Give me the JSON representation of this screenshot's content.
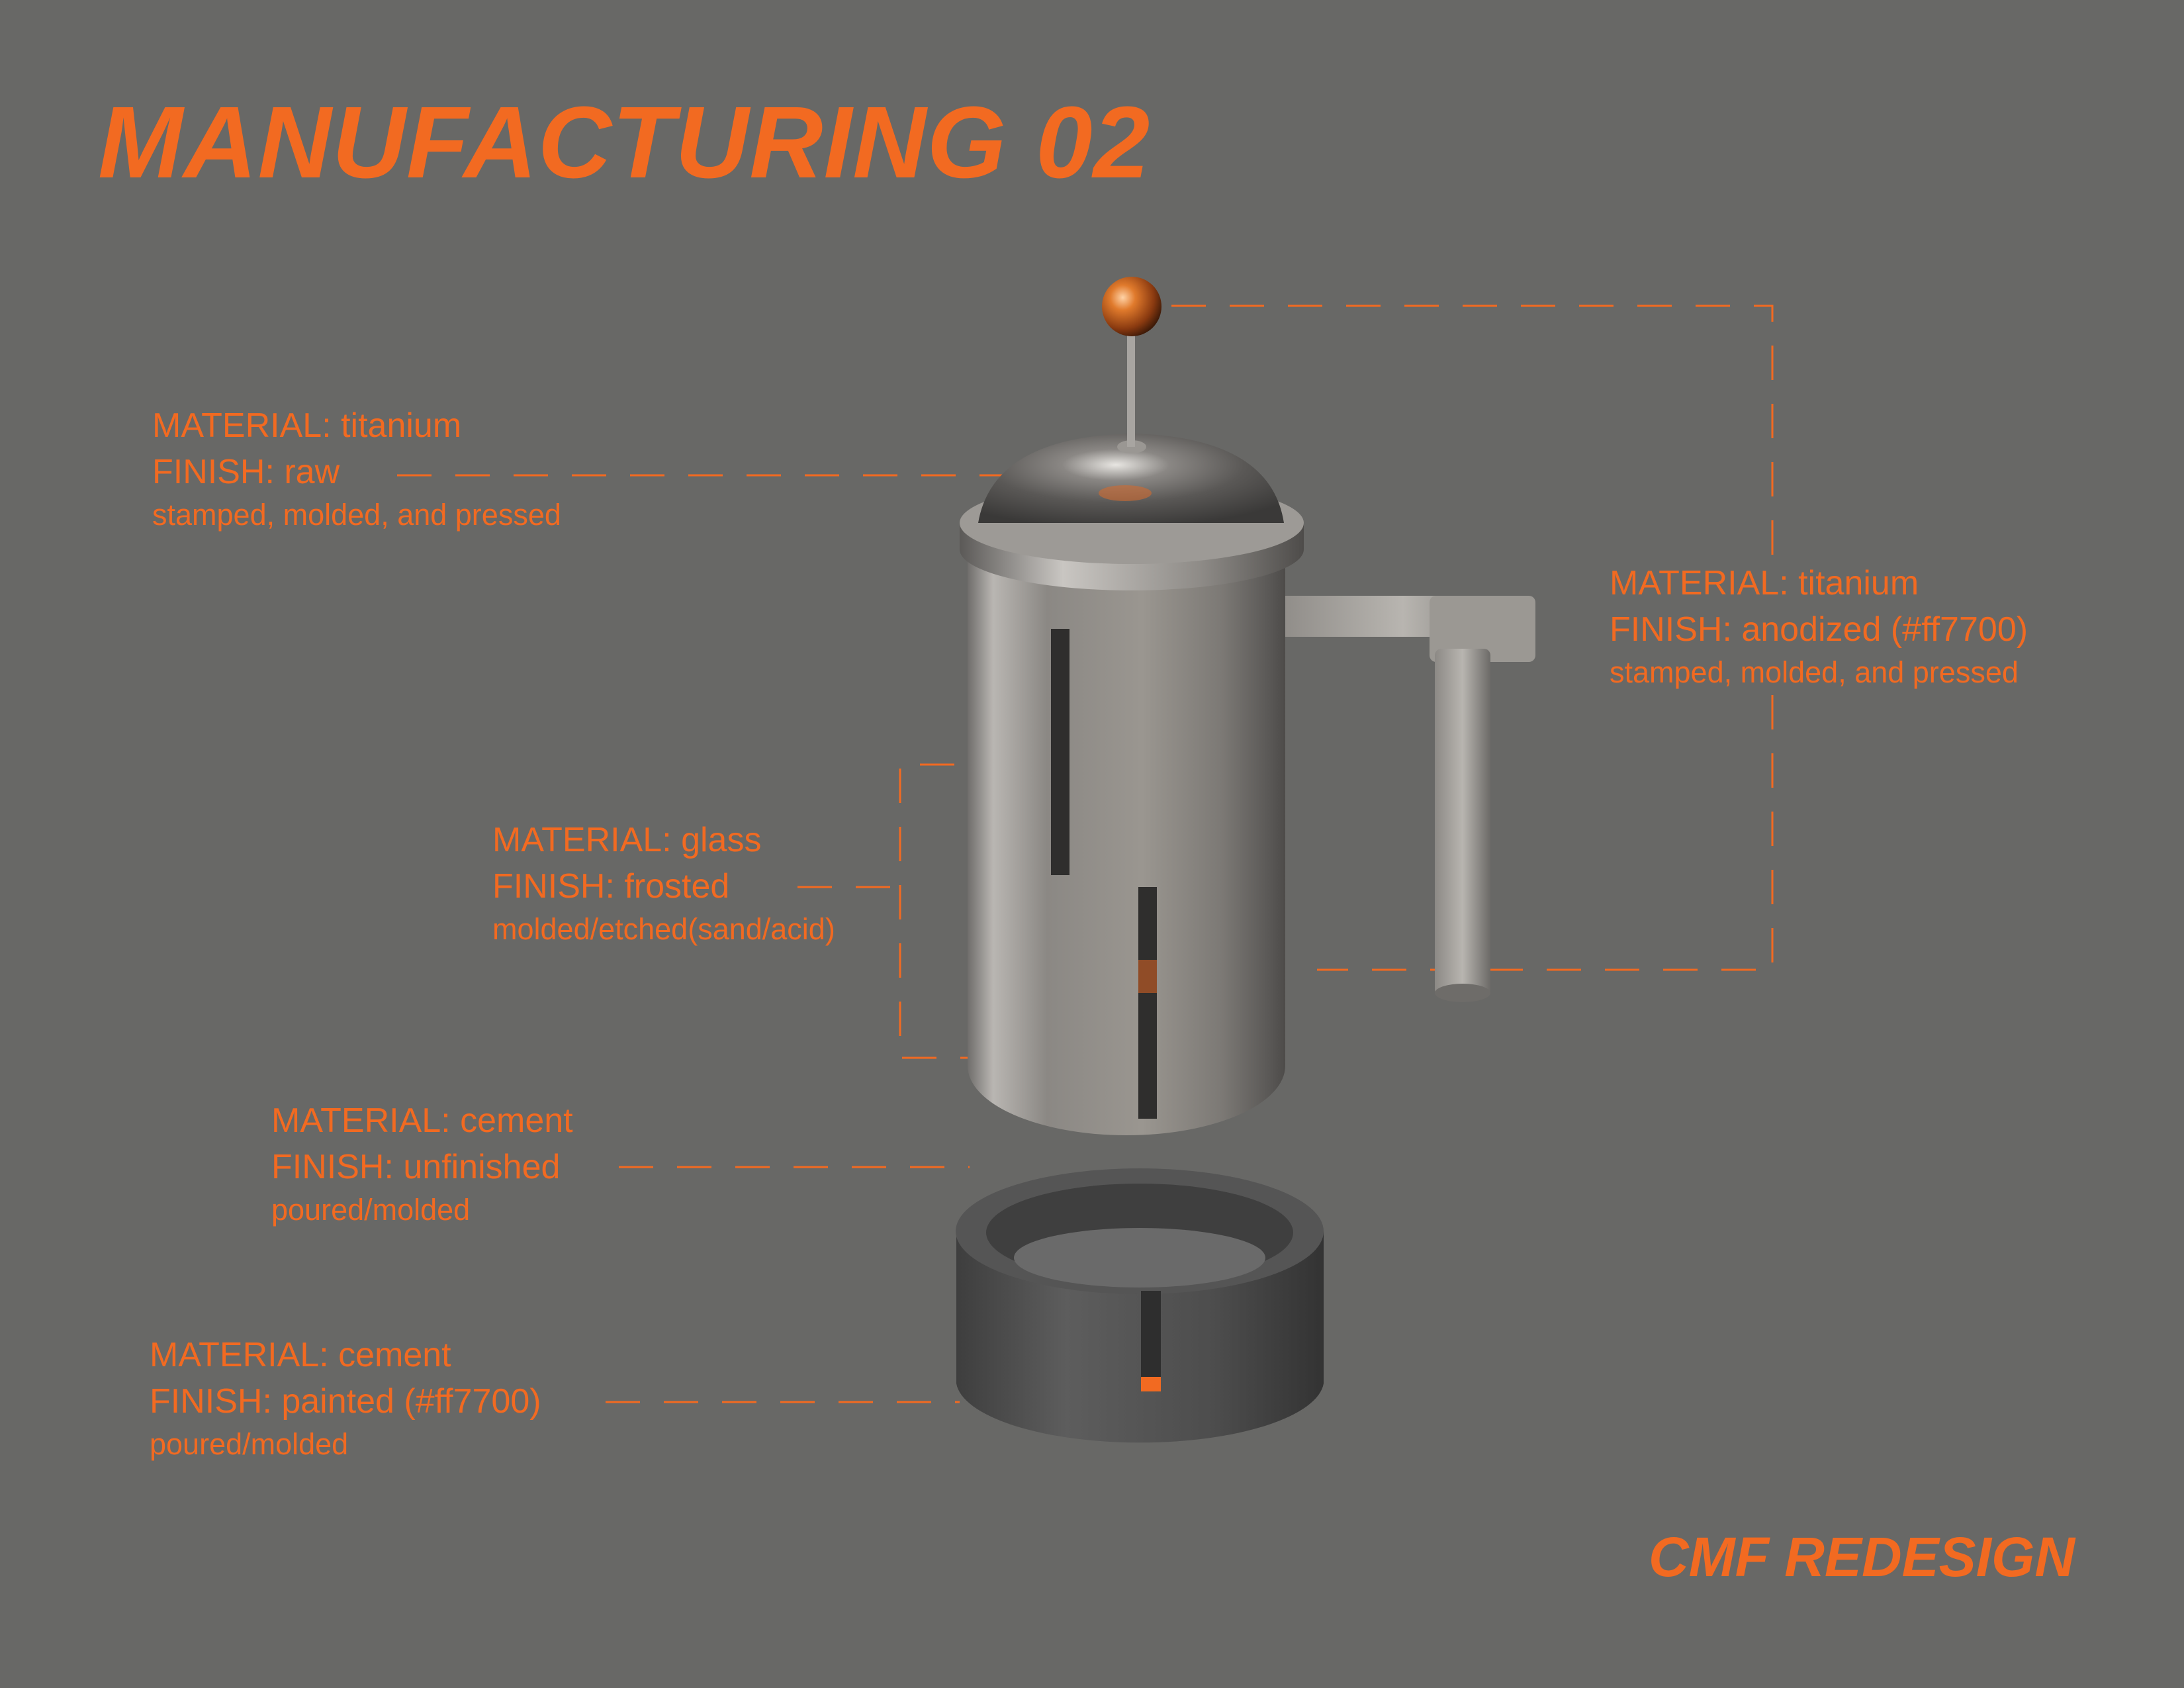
{
  "page": {
    "title": "MANUFACTURING 02",
    "footer": "CMF REDESIGN",
    "accent_color": "#f26a21",
    "background_color": "#686866"
  },
  "annotations": [
    {
      "material": "MATERIAL: titanium",
      "finish": "FINISH: raw",
      "process": "stamped, molded, and pressed"
    },
    {
      "material": "MATERIAL: titanium",
      "finish": "FINISH: anodized (#ff7700)",
      "process": "stamped, molded, and pressed"
    },
    {
      "material": "MATERIAL: glass",
      "finish": "FINISH: frosted",
      "process": "molded/etched(sand/acid)"
    },
    {
      "material": "MATERIAL: cement",
      "finish": "FINISH: unfinished",
      "process": "poured/molded"
    },
    {
      "material": "MATERIAL: cement",
      "finish": "FINISH: painted (#ff7700)",
      "process": "poured/molded"
    }
  ],
  "illustration": {
    "subject": "french-press-exploded-render"
  }
}
